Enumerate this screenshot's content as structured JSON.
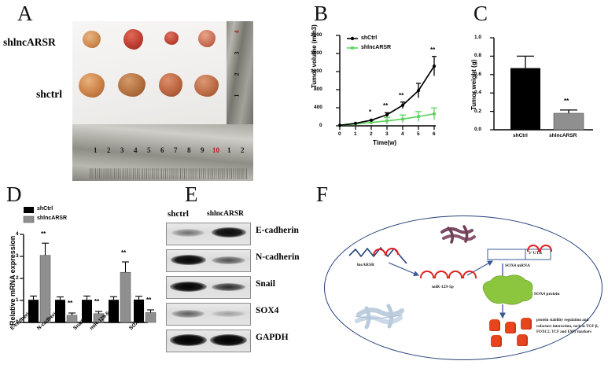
{
  "figure": {
    "panels": [
      "A",
      "B",
      "C",
      "D",
      "E",
      "F"
    ]
  },
  "panelA": {
    "letter": "A",
    "row_labels": [
      "shlncARSR",
      "shctrl"
    ],
    "ruler_h_numbers": [
      "1",
      "2",
      "3",
      "4",
      "5",
      "6",
      "7",
      "8",
      "9",
      "10",
      "1",
      "2"
    ],
    "ruler_h_red_index": 9,
    "ruler_v_numbers": [
      "1",
      "2",
      "3",
      "4"
    ],
    "caption_type": "xenograft-tumor-photograph"
  },
  "panelB": {
    "letter": "B",
    "chart_data": {
      "type": "line",
      "title": "",
      "xlabel": "Time(w)",
      "ylabel": "Tumor volume (mm3)",
      "x": [
        0,
        1,
        2,
        3,
        4,
        5,
        6
      ],
      "xticklabels": [
        "0",
        "1",
        "2",
        "3",
        "4",
        "5",
        "6"
      ],
      "yticklabels": [
        "0",
        "400",
        "800",
        "1200",
        "1600",
        "2000"
      ],
      "yticks": [
        0,
        400,
        800,
        1200,
        1600,
        2000
      ],
      "ylim": [
        0,
        2000
      ],
      "xlim": [
        0,
        6
      ],
      "grid": false,
      "legend_position": "top-left",
      "series": [
        {
          "name": "shCtrl",
          "color": "#000000",
          "values": [
            10,
            55,
            125,
            245,
            455,
            780,
            1320
          ],
          "errors": [
            5,
            18,
            30,
            45,
            70,
            160,
            215
          ],
          "significance": [
            "",
            "",
            "",
            "*",
            "**",
            "**",
            "**"
          ]
        },
        {
          "name": "shlncARSR",
          "color": "#5ed35e",
          "values": [
            10,
            40,
            75,
            110,
            150,
            205,
            265
          ],
          "errors": [
            5,
            15,
            40,
            75,
            90,
            110,
            130
          ],
          "significance": [
            "",
            "",
            "",
            "",
            "",
            "",
            ""
          ]
        }
      ]
    }
  },
  "panelC": {
    "letter": "C",
    "chart_data": {
      "type": "bar",
      "title": "",
      "xlabel": "",
      "ylabel": "Tumor weight (g)",
      "categories": [
        "shCtrl",
        "shlncARSR"
      ],
      "values": [
        0.67,
        0.18
      ],
      "errors": [
        0.13,
        0.035
      ],
      "colors": [
        "#000000",
        "#8f8f8f"
      ],
      "yticks": [
        0.0,
        0.2,
        0.4,
        0.6,
        0.8,
        1.0
      ],
      "yticklabels": [
        "0.0",
        "0.2",
        "0.4",
        "0.6",
        "0.8",
        "1.0"
      ],
      "ylim": [
        0,
        1.0
      ],
      "significance": [
        "",
        "**"
      ],
      "grid": false
    }
  },
  "panelD": {
    "letter": "D",
    "chart_data": {
      "type": "bar",
      "title": "",
      "xlabel": "",
      "ylabel": "Relative mRNA expression",
      "categories": [
        "E-cadherin",
        "N-cadherin",
        "Snail",
        "miR-129-5p",
        "SOX4"
      ],
      "yticks": [
        0,
        1,
        2,
        3,
        4
      ],
      "yticklabels": [
        "0",
        "1",
        "2",
        "3",
        "4"
      ],
      "ylim": [
        0,
        4
      ],
      "grid": false,
      "legend_position": "top-left",
      "series": [
        {
          "name": "shCtrl",
          "color": "#000000",
          "values": [
            1.03,
            1.03,
            1.03,
            1.03,
            1.04
          ],
          "errors": [
            0.17,
            0.13,
            0.17,
            0.14,
            0.15
          ],
          "significance": [
            "",
            "",
            "",
            "",
            ""
          ]
        },
        {
          "name": "shlncARSR",
          "color": "#8f8f8f",
          "values": [
            3.05,
            0.33,
            0.4,
            2.28,
            0.45
          ],
          "errors": [
            0.55,
            0.1,
            0.1,
            0.47,
            0.12
          ],
          "significance": [
            "**",
            "**",
            "**",
            "**",
            "**"
          ]
        }
      ]
    }
  },
  "panelE": {
    "letter": "E",
    "lane_headers": [
      "shctrl",
      "shlncARSR"
    ],
    "blots": [
      {
        "name": "E-cadherin",
        "left_intensity": "weak",
        "right_intensity": "strong"
      },
      {
        "name": "N-cadherin",
        "left_intensity": "strong",
        "right_intensity": "medium"
      },
      {
        "name": "Snail",
        "left_intensity": "strong",
        "right_intensity": "medium"
      },
      {
        "name": "SOX4",
        "left_intensity": "medium",
        "right_intensity": "weak"
      },
      {
        "name": "GAPDH",
        "left_intensity": "strong",
        "right_intensity": "strong"
      }
    ]
  },
  "panelF": {
    "letter": "F",
    "labels": {
      "lncarsr": "lncARSR",
      "mirna": "miR-129-5p",
      "utr": "3' UTR",
      "sox4_mrna": "SOX4 mRNA",
      "sox4_protein": "SOX4 protein",
      "outcome": "protein stability regulation and cofactors interaction, such as TGF-β, FOXC2, TCF and EMT markers"
    },
    "colors": {
      "cell_membrane": "#26417a",
      "mirna_red": "#e02020",
      "protein_green": "#8cc63f",
      "arrow_blue": "#3b5893",
      "effector_orange": "#e8451f"
    }
  }
}
